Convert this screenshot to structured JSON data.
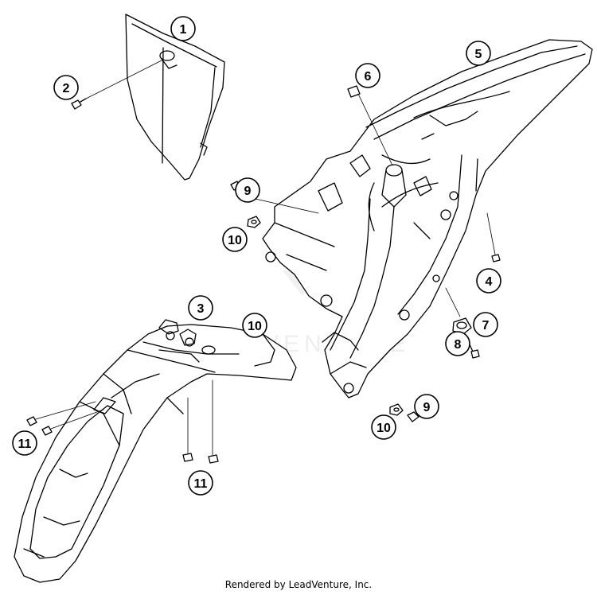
{
  "callouts": [
    "1",
    "2",
    "3",
    "4",
    "5",
    "6",
    "7",
    "8",
    "9",
    "9",
    "10",
    "10",
    "10",
    "11",
    "11"
  ],
  "watermark": "VENTURE",
  "footer": "Rendered by LeadVenture, Inc.",
  "colors": {
    "line": "#000000",
    "callout_fill": "#ffffff",
    "watermark": "#e6e6e6"
  }
}
